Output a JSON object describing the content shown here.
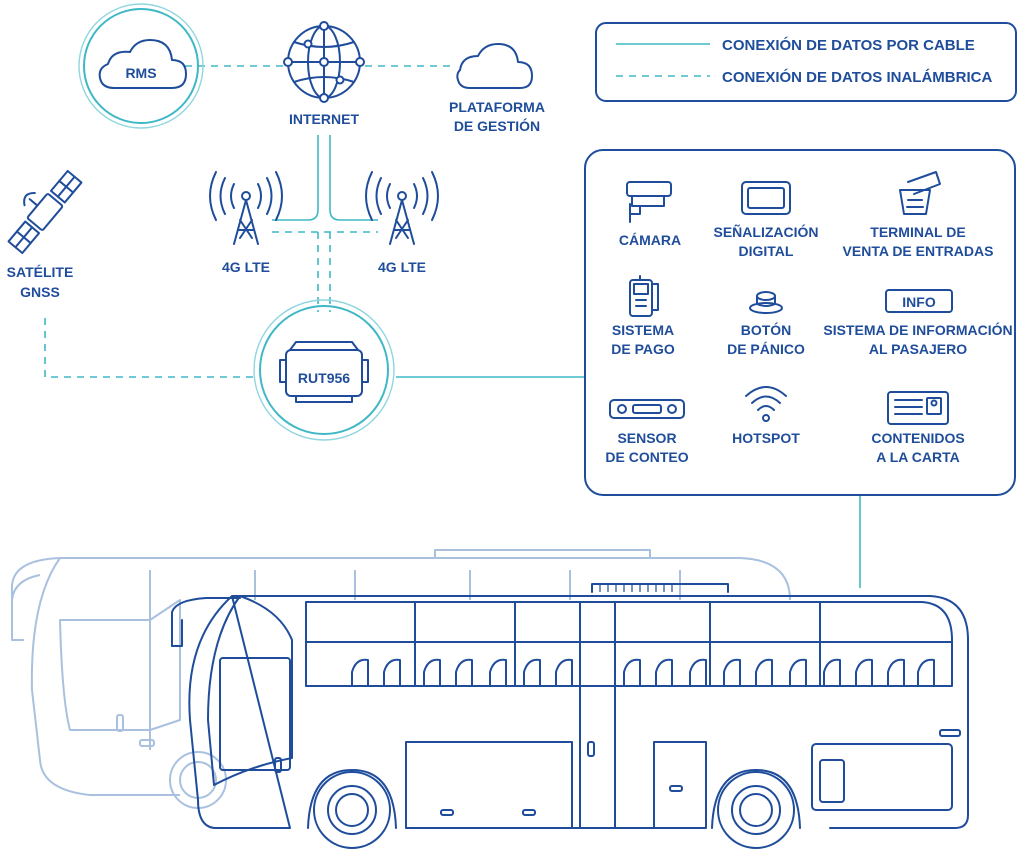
{
  "legend": {
    "wired": "CONEXIÓN DE DATOS POR CABLE",
    "wireless": "CONEXIÓN DE DATOS INALÁMBRICA"
  },
  "nodes": {
    "rms": "RMS",
    "internet": "INTERNET",
    "platform_line1": "PLATAFORMA",
    "platform_line2": "DE GESTIÓN",
    "satellite_line1": "SATÉLITE",
    "satellite_line2": "GNSS",
    "tower_left": "4G LTE",
    "tower_right": "4G LTE",
    "router": "RUT956"
  },
  "devices": [
    {
      "line1": "CÁMARA",
      "line2": "",
      "icon": "camera-icon"
    },
    {
      "line1": "SEÑALIZACIÓN",
      "line2": "DIGITAL",
      "icon": "display-icon"
    },
    {
      "line1": "TERMINAL DE",
      "line2": "VENTA DE ENTRADAS",
      "icon": "ticket-terminal-icon"
    },
    {
      "line1": "SISTEMA",
      "line2": "DE PAGO",
      "icon": "payment-terminal-icon"
    },
    {
      "line1": "BOTÓN",
      "line2": "DE PÁNICO",
      "icon": "panic-button-icon"
    },
    {
      "line1": "SISTEMA DE INFORMACIÓN",
      "line2": "AL PASAJERO",
      "icon": "info-sign-icon",
      "badge": "INFO"
    },
    {
      "line1": "SENSOR",
      "line2": "DE CONTEO",
      "icon": "counter-sensor-icon"
    },
    {
      "line1": "HOTSPOT",
      "line2": "",
      "icon": "wifi-icon"
    },
    {
      "line1": "CONTENIDOS",
      "line2": "A LA CARTA",
      "icon": "media-content-icon"
    }
  ],
  "colors": {
    "navy": "#1f4d9b",
    "teal": "#3fb8c6",
    "ghost_bus": "#a9c1df"
  }
}
